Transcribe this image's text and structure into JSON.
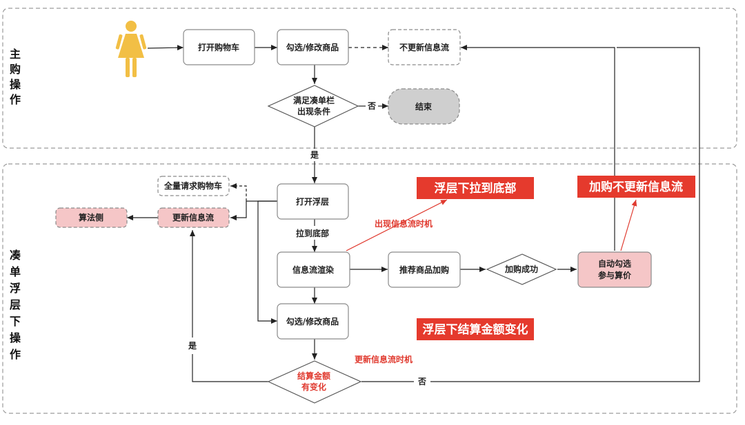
{
  "lanes": {
    "main": [
      "主",
      "购",
      "操",
      "作"
    ],
    "overlay": [
      "凑",
      "单",
      "浮",
      "层",
      "下",
      "操",
      "作"
    ]
  },
  "nodes": {
    "open_cart": "打开购物车",
    "select_top": "勾选/修改商品",
    "no_update_top": "不更新信息流",
    "condition": [
      "满足凑单栏",
      "出现条件"
    ],
    "end": "结束",
    "full_request": "全量请求购物车",
    "algorithm": "算法侧",
    "update_feed": "更新信息流",
    "open_overlay": "打开浮层",
    "feed_render": "信息流渲染",
    "recommend_add": "推荐商品加购",
    "add_success": "加购成功",
    "auto_select": [
      "自动勾选",
      "参与算价"
    ],
    "select_bottom": "勾选/修改商品",
    "amount_changed": [
      "结算金额",
      "有变化"
    ]
  },
  "edges": {
    "no": "否",
    "yes_down": "是",
    "pull_bottom": "拉到底部",
    "yes_left": "是",
    "no_bottom": "否"
  },
  "annotations": {
    "feed_appear_time": "出现信息流时机",
    "feed_update_time": "更新信息流时机"
  },
  "banners": {
    "pull_to_bottom": "浮层下拉到底部",
    "add_no_update": "加购不更新信息流",
    "amount_change": "浮层下结算金额变化"
  },
  "colors": {
    "accent_red": "#e03a2f",
    "pink_fill": "#f5c6c7",
    "gray_fill": "#cfcfcf",
    "person": "#f2bf45"
  }
}
